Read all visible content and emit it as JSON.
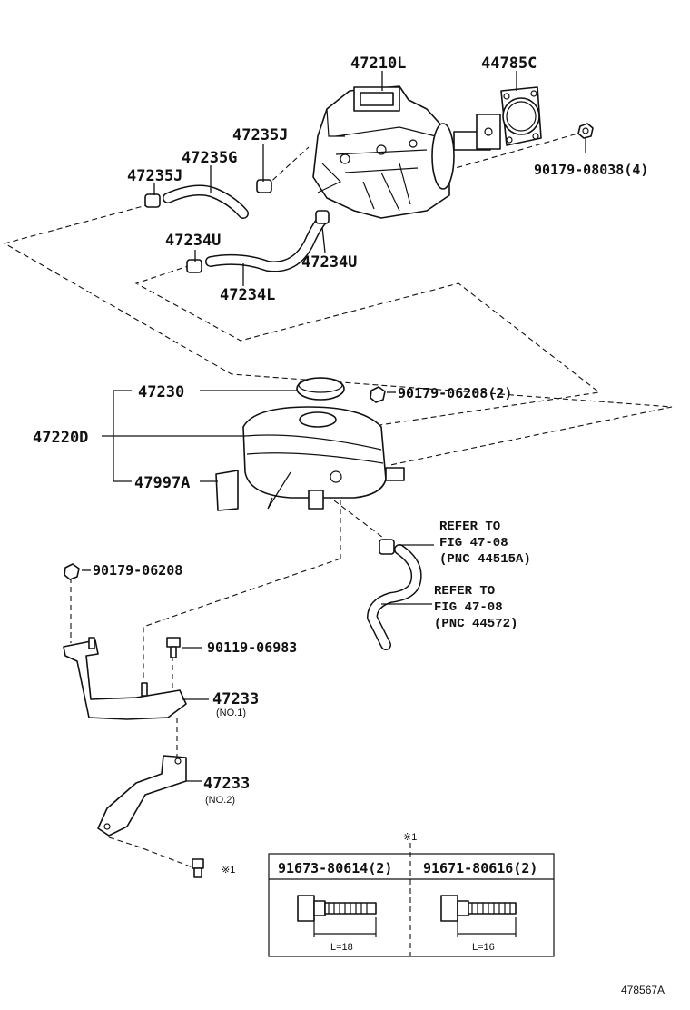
{
  "callouts": {
    "p47210L": "47210L",
    "p44785C": "44785C",
    "p47235J_top": "47235J",
    "p47235G": "47235G",
    "p47235J_left": "47235J",
    "p90179_08038": "90179-08038(4)",
    "p47234U_left": "47234U",
    "p47234U_right": "47234U",
    "p47234L": "47234L",
    "p47230": "47230",
    "p90179_06208_2": "90179-06208(2)",
    "p47220D": "47220D",
    "p47997A": "47997A",
    "p90179_06208": "90179-06208",
    "p90119_06983": "90119-06983",
    "p47233_no1": "47233",
    "p47233_no1_sub": "(NO.1)",
    "p47233_no2": "47233",
    "p47233_no2_sub": "(NO.2)",
    "bolt_mark": "※1"
  },
  "references": {
    "ref1_line1": "REFER TO",
    "ref1_line2": "FIG 47-08",
    "ref1_line3": "(PNC 44515A)",
    "ref2_line1": "REFER TO",
    "ref2_line2": "FIG 47-08",
    "ref2_line3": "(PNC 44572)"
  },
  "bolt_table": {
    "mark": "※1",
    "col1_part": "91673-80614(2)",
    "col2_part": "91671-80616(2)",
    "col1_length": "L=18",
    "col2_length": "L=16"
  },
  "diagram_id": "478567A"
}
